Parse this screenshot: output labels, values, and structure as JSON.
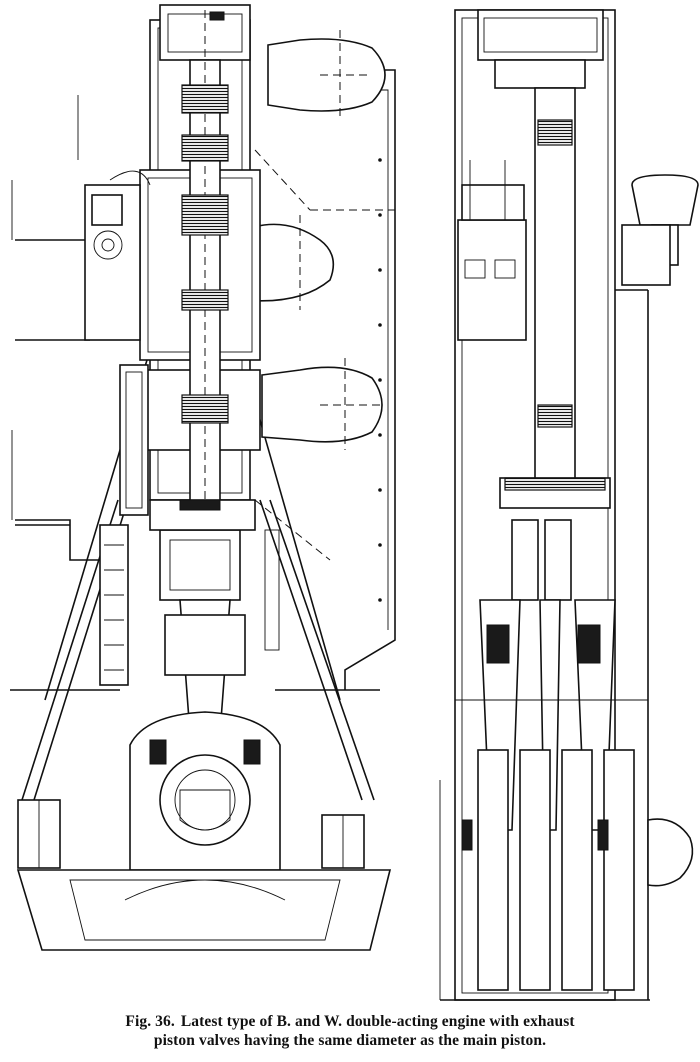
{
  "caption": {
    "label": "Fig. 36.",
    "line1": "Latest type of B. and W. double-acting engine with exhaust",
    "line2": "piston valves having the same diameter as the main piston."
  }
}
